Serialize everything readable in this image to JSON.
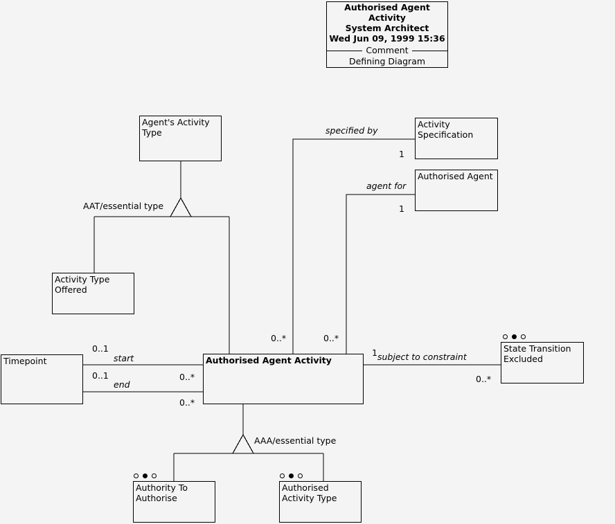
{
  "diagram": {
    "title_block": {
      "line1": "Authorised Agent Activity",
      "line2": "System Architect",
      "line3": "Wed Jun 09, 1999  15:36",
      "comment_label": "Comment",
      "comment_text": "Defining Diagram"
    },
    "classes": [
      {
        "id": "agents-activity-type",
        "name": "Agent's Activity\nType",
        "bold": false
      },
      {
        "id": "activity-specification",
        "name": "Activity\nSpecification",
        "bold": false
      },
      {
        "id": "authorised-agent",
        "name": "Authorised Agent",
        "bold": false
      },
      {
        "id": "activity-type-offered",
        "name": "Activity Type\nOffered",
        "bold": false
      },
      {
        "id": "timepoint",
        "name": "Timepoint",
        "bold": false
      },
      {
        "id": "authorised-agent-activity",
        "name": "Authorised Agent Activity",
        "bold": true
      },
      {
        "id": "state-transition-excluded",
        "name": "State Transition\nExcluded",
        "bold": false
      },
      {
        "id": "authority-to-authorise",
        "name": "Authority To\nAuthorise",
        "bold": false
      },
      {
        "id": "authorised-activity-type",
        "name": "Authorised\nActivity Type",
        "bold": false
      }
    ],
    "relationship_labels": {
      "specified_by": "specified by",
      "agent_for": "agent for",
      "subject_to_constraint": "subject to constraint",
      "start": "start",
      "end": "end",
      "aat_essential_type": "AAT/essential type",
      "aaa_essential_type": "AAA/essential type"
    },
    "multiplicities": {
      "activity_specification_one": "1",
      "authorised_agent_one": "1",
      "spec_many": "0..*",
      "agent_many": "0..*",
      "timepoint_start": "0..1",
      "timepoint_end": "0..1",
      "activity_start_many": "0..*",
      "activity_end_many": "0..*",
      "constraint_one": "1",
      "constraint_many": "0..*"
    },
    "colors": {
      "background": "#f4f4f4",
      "line": "#000000",
      "text": "#000000"
    }
  }
}
